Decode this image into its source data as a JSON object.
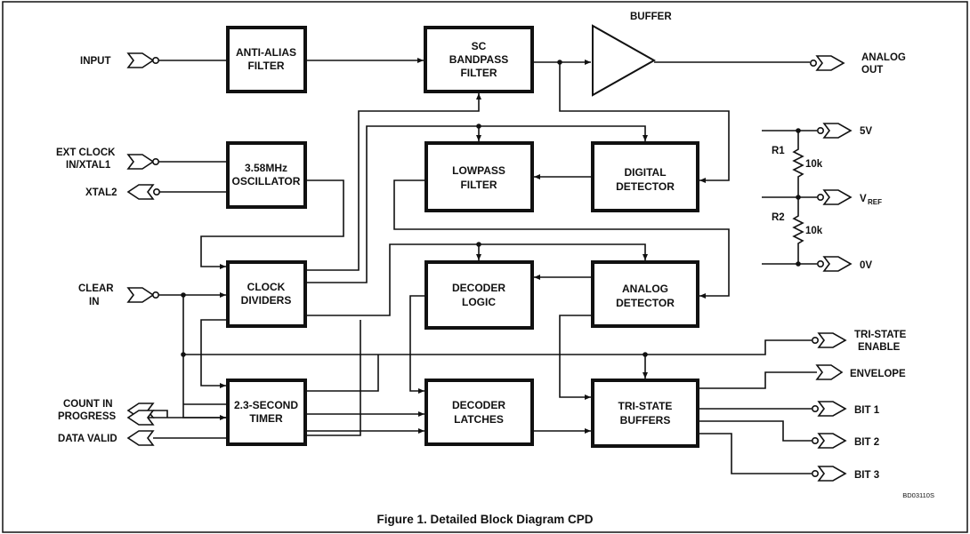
{
  "caption": "Figure 1. Detailed Block Diagram CPD",
  "drawing_number": "BD03110S",
  "blocks": {
    "anti_alias": [
      "ANTI-ALIAS",
      "FILTER"
    ],
    "sc_bandpass": [
      "SC",
      "BANDPASS",
      "FILTER"
    ],
    "buffer": [
      "BUFFER"
    ],
    "oscillator": [
      "3.58MHz",
      "OSCILLATOR"
    ],
    "lowpass": [
      "LOWPASS",
      "FILTER"
    ],
    "digital_detector": [
      "DIGITAL",
      "DETECTOR"
    ],
    "clock_dividers": [
      "CLOCK",
      "DIVIDERS"
    ],
    "decoder_logic": [
      "DECODER",
      "LOGIC"
    ],
    "analog_detector": [
      "ANALOG",
      "DETECTOR"
    ],
    "timer": [
      "2.3-SECOND",
      "TIMER"
    ],
    "decoder_latches": [
      "DECODER",
      "LATCHES"
    ],
    "tri_state_buffers": [
      "TRI-STATE",
      "BUFFERS"
    ]
  },
  "pins": {
    "input": [
      "INPUT"
    ],
    "ext_clock": [
      "EXT CLOCK",
      "IN/XTAL1"
    ],
    "xtal2": [
      "XTAL2"
    ],
    "clear_in": [
      "CLEAR",
      "IN"
    ],
    "count_in_progress": [
      "COUNT IN",
      "PROGRESS"
    ],
    "data_valid": [
      "DATA VALID"
    ],
    "analog_out": [
      "ANALOG",
      "OUT"
    ],
    "five_v": [
      "5V"
    ],
    "vref": [
      "V",
      "REF"
    ],
    "zero_v": [
      "0V"
    ],
    "tri_state_enable": [
      "TRI-STATE",
      "ENABLE"
    ],
    "envelope": [
      "ENVELOPE"
    ],
    "bit1": [
      "BIT 1"
    ],
    "bit2": [
      "BIT 2"
    ],
    "bit3": [
      "BIT 3"
    ]
  },
  "resistors": {
    "r1_name": "R1",
    "r1_value": "10k",
    "r2_name": "R2",
    "r2_value": "10k"
  }
}
